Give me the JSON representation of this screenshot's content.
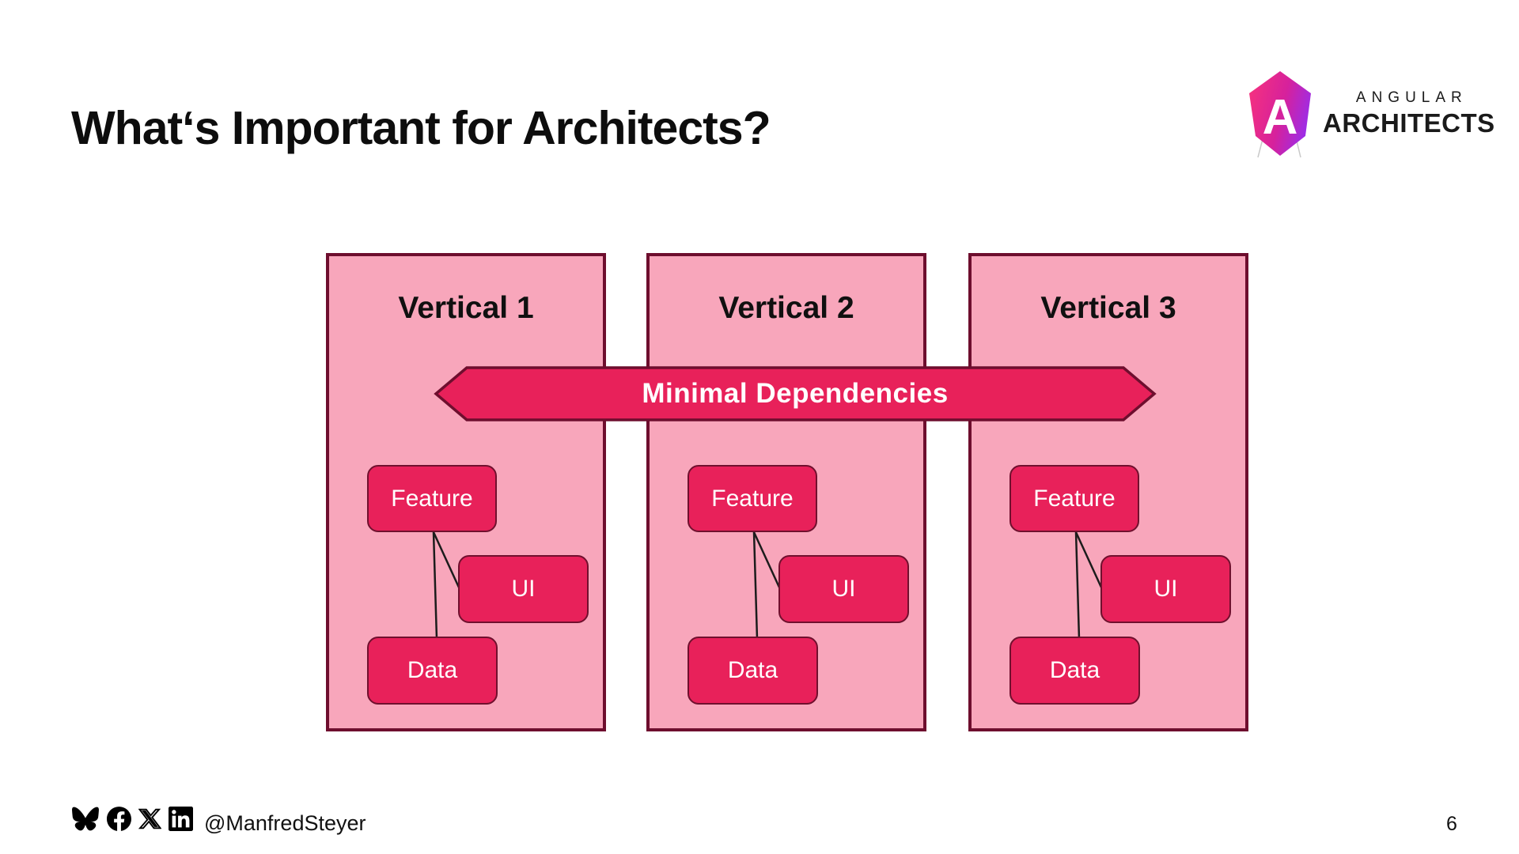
{
  "title": "What‘s Important for Architects?",
  "logo": {
    "brand_top": "ANGULAR",
    "brand_bottom": "ARCHITECTS",
    "mark_letter": "A"
  },
  "banner": {
    "label": "Minimal Dependencies"
  },
  "verticals": [
    {
      "title": "Vertical 1",
      "feature_label": "Feature",
      "ui_label": "UI",
      "data_label": "Data"
    },
    {
      "title": "Vertical 2",
      "feature_label": "Feature",
      "ui_label": "UI",
      "data_label": "Data"
    },
    {
      "title": "Vertical 3",
      "feature_label": "Feature",
      "ui_label": "UI",
      "data_label": "Data"
    }
  ],
  "footer": {
    "handle": "@ManfredSteyer",
    "page_number": "6",
    "icons": [
      "bluesky-icon",
      "facebook-icon",
      "x-icon",
      "linkedin-icon"
    ]
  },
  "colors": {
    "accent": "#E8215A",
    "panel_fill": "#F8A6BB",
    "panel_border": "#6E0E2E",
    "connector": "#1C1C1C",
    "logo_gradient_start": "#F5317F",
    "logo_gradient_end": "#9A2DEB"
  }
}
